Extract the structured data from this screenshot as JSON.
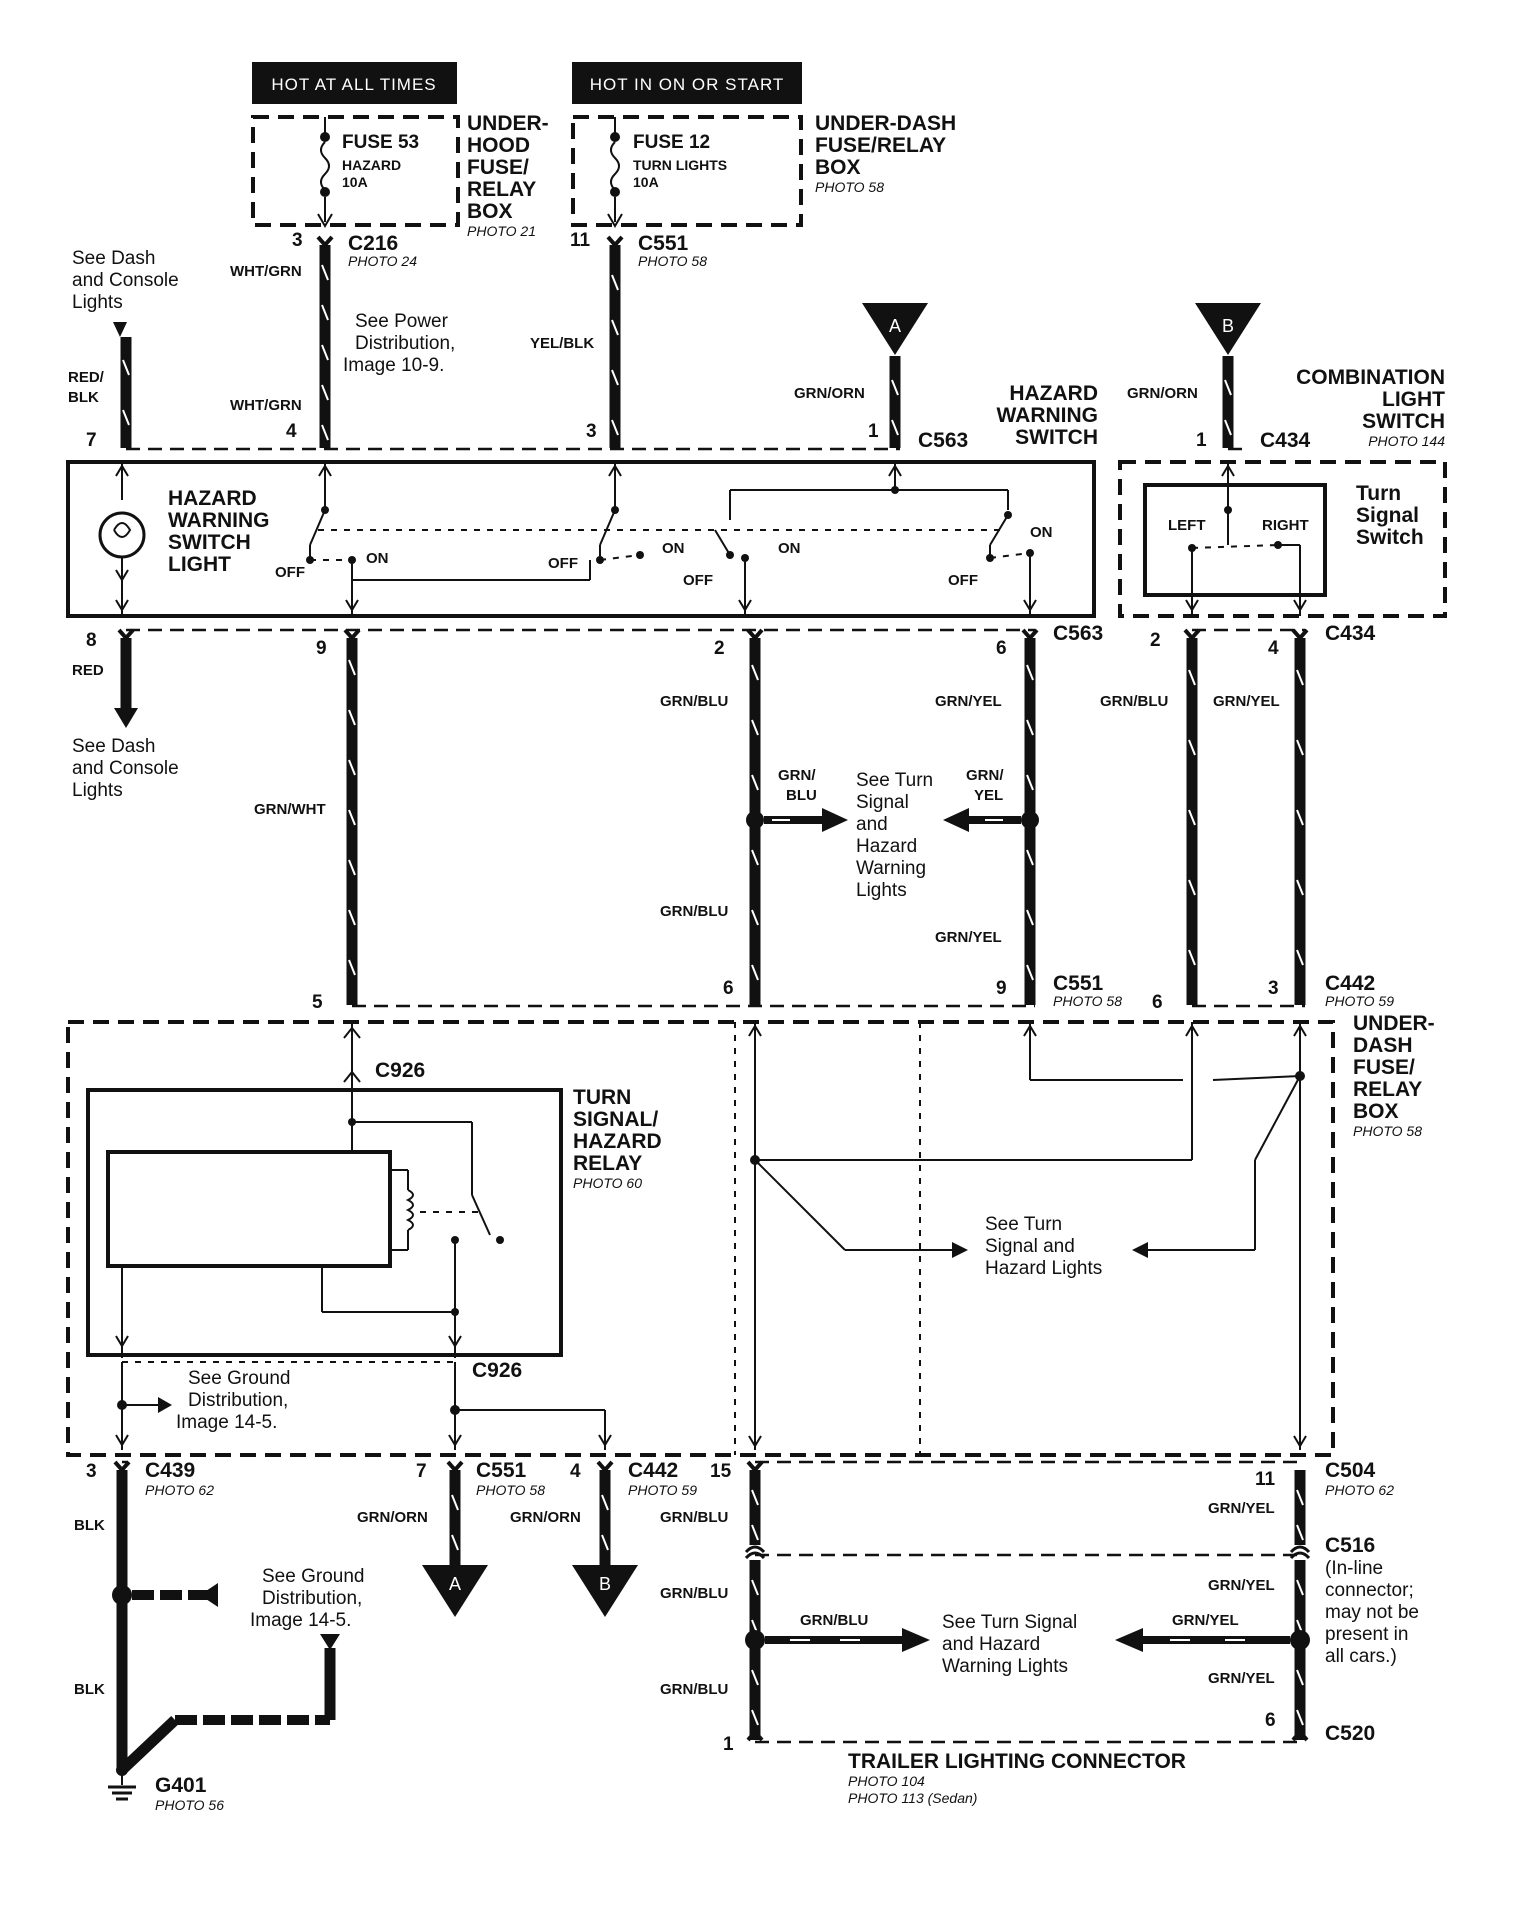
{
  "headers": {
    "hot_at_all_times": "HOT AT ALL TIMES",
    "hot_in_on_or_start": "HOT IN ON OR START"
  },
  "fuses": {
    "fuse53": {
      "name": "FUSE 53",
      "desc": "HAZARD",
      "amps": "10A"
    },
    "fuse12": {
      "name": "FUSE 12",
      "desc": "TURN LIGHTS",
      "amps": "10A"
    }
  },
  "boxes": {
    "underhood": {
      "l1": "UNDER-",
      "l2": "HOOD",
      "l3": "FUSE/",
      "l4": "RELAY",
      "l5": "BOX",
      "photo": "PHOTO 21"
    },
    "underdash_top": {
      "l1": "UNDER-DASH",
      "l2": "FUSE/RELAY",
      "l3": "BOX",
      "photo": "PHOTO 58"
    },
    "hazard_switch": {
      "l1": "HAZARD",
      "l2": "WARNING",
      "l3": "SWITCH"
    },
    "combination": {
      "l1": "COMBINATION",
      "l2": "LIGHT",
      "l3": "SWITCH",
      "photo": "PHOTO 144"
    },
    "turn_signal_switch": {
      "l1": "Turn",
      "l2": "Signal",
      "l3": "Switch",
      "left": "LEFT",
      "right": "RIGHT"
    },
    "hazard_light": {
      "l1": "HAZARD",
      "l2": "WARNING",
      "l3": "SWITCH",
      "l4": "LIGHT"
    },
    "relay": {
      "l1": "TURN",
      "l2": "SIGNAL/",
      "l3": "HAZARD",
      "l4": "RELAY",
      "photo": "PHOTO 60"
    },
    "underdash_right": {
      "l1": "UNDER-",
      "l2": "DASH",
      "l3": "FUSE/",
      "l4": "RELAY",
      "l5": "BOX",
      "photo": "PHOTO 58"
    },
    "trailer": {
      "name": "TRAILER LIGHTING CONNECTOR",
      "photo1": "PHOTO 104",
      "photo2": "PHOTO 113 (Sedan)"
    }
  },
  "connectors": {
    "c216": "C216",
    "c216_photo": "PHOTO 24",
    "c551": "C551",
    "c551_photo": "PHOTO 58",
    "c563": "C563",
    "c434": "C434",
    "c442": "C442",
    "c442_photo": "PHOTO 59",
    "c926": "C926",
    "c439": "C439",
    "c439_photo": "PHOTO 62",
    "c504": "C504",
    "c504_photo": "PHOTO 62",
    "c516": "C516",
    "c516_note": [
      "(In-line",
      "connector;",
      "may not be",
      "present in",
      "all cars.)"
    ],
    "c520": "C520",
    "g401": "G401",
    "g401_photo": "PHOTO 56"
  },
  "references": {
    "dash_top": [
      "See Dash",
      "and Console",
      "Lights"
    ],
    "dash_bottom": [
      "See Dash",
      "and Console",
      "Lights"
    ],
    "power": [
      "See Power",
      "Distribution,",
      "Image 10-9."
    ],
    "turn_hazard_warning_mid": [
      "See Turn",
      "Signal",
      "and",
      "Hazard",
      "Warning",
      "Lights"
    ],
    "turn_hazard_lights": [
      "See Turn",
      "Signal and",
      "Hazard Lights"
    ],
    "ground_inner": [
      "See Ground",
      "Distribution,",
      "Image 14-5."
    ],
    "ground_outer": [
      "See Ground",
      "Distribution,",
      "Image 14-5."
    ],
    "trailer_turn": [
      "See Turn Signal",
      "and Hazard",
      "Warning Lights"
    ]
  },
  "switch_labels": {
    "off": "OFF",
    "on": "ON"
  },
  "wires": {
    "wht_grn": "WHT/GRN",
    "yel_blk": "YEL/BLK",
    "red_blk_1": "RED/",
    "red_blk_2": "BLK",
    "grn_orn": "GRN/ORN",
    "red": "RED",
    "grn_wht": "GRN/WHT",
    "grn_blu": "GRN/BLU",
    "grn_yel": "GRN/YEL",
    "grn_slash": "GRN/",
    "blu": "BLU",
    "yel": "YEL",
    "blk": "BLK"
  },
  "offpage": {
    "a": "A",
    "b": "B"
  },
  "pins": {
    "p3": "3",
    "p11": "11",
    "p7": "7",
    "p4": "4",
    "p1": "1",
    "p8": "8",
    "p9": "9",
    "p2": "2",
    "p6": "6",
    "p5": "5",
    "p15": "15"
  }
}
